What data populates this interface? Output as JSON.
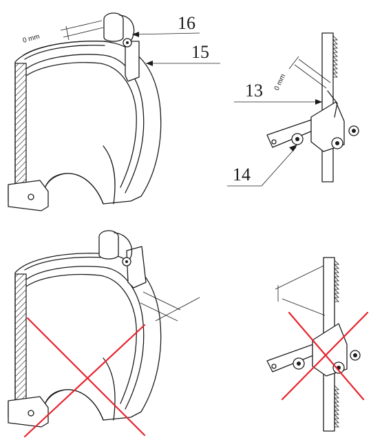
{
  "callouts": {
    "c16": "16",
    "c15": "15",
    "c13": "13",
    "c14": "14"
  },
  "gap_labels": {
    "gap_left": "0 mm",
    "gap_right": "0 mm"
  },
  "colors": {
    "line": "#1a1a1a",
    "cross": "#e8212b"
  }
}
